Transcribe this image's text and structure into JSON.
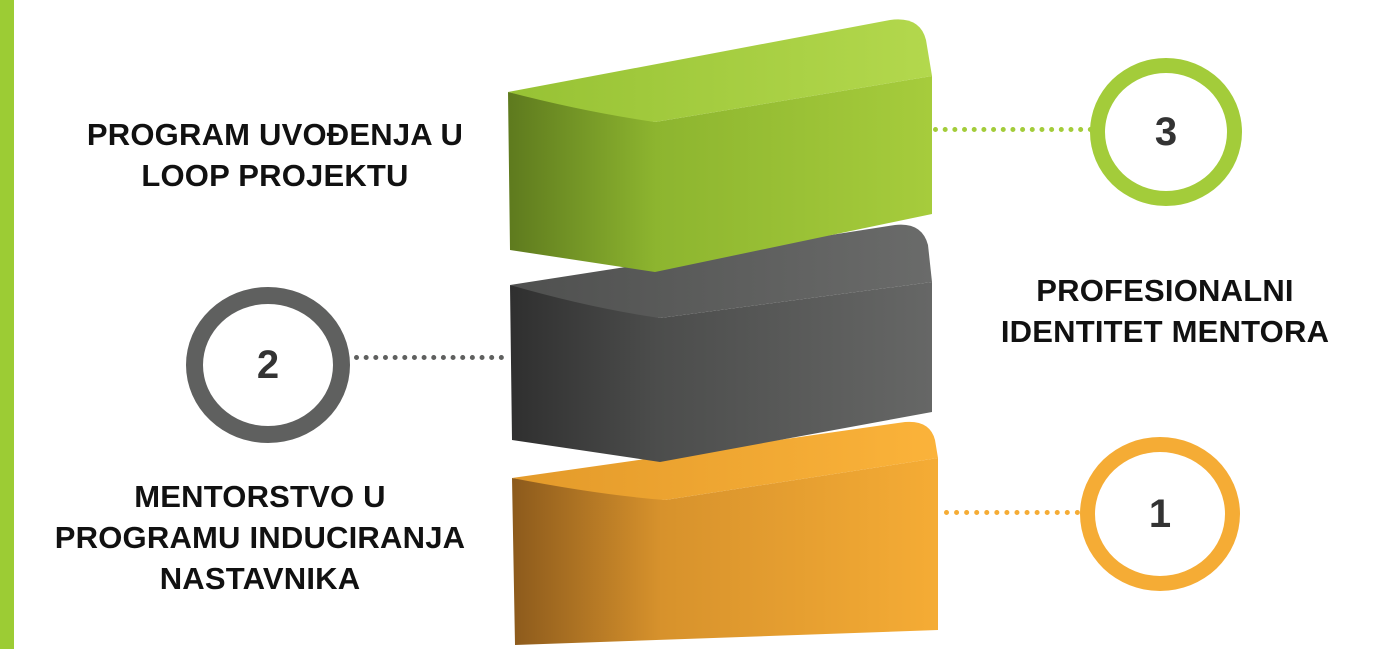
{
  "colors": {
    "green": "#a3cc3a",
    "gray": "#5f605f",
    "orange": "#f5ac35",
    "edge_bar": "#9ccc34"
  },
  "layers": [
    {
      "number": "1",
      "label_lines": [
        "PROFESIONALNI",
        "IDENTITET MENTORA"
      ],
      "color": "#f5ac35",
      "icon": "orange-block"
    },
    {
      "number": "2",
      "label_lines": [
        "MENTORSTVO U",
        "PROGRAMU INDUCIRANJA",
        "NASTAVNIKA"
      ],
      "color": "#5f605f",
      "icon": "gray-block"
    },
    {
      "number": "3",
      "label_lines": [
        "PROGRAM UVOĐENJA U",
        "LOOP PROJEKTU"
      ],
      "color": "#a3cc3a",
      "icon": "green-block"
    }
  ]
}
